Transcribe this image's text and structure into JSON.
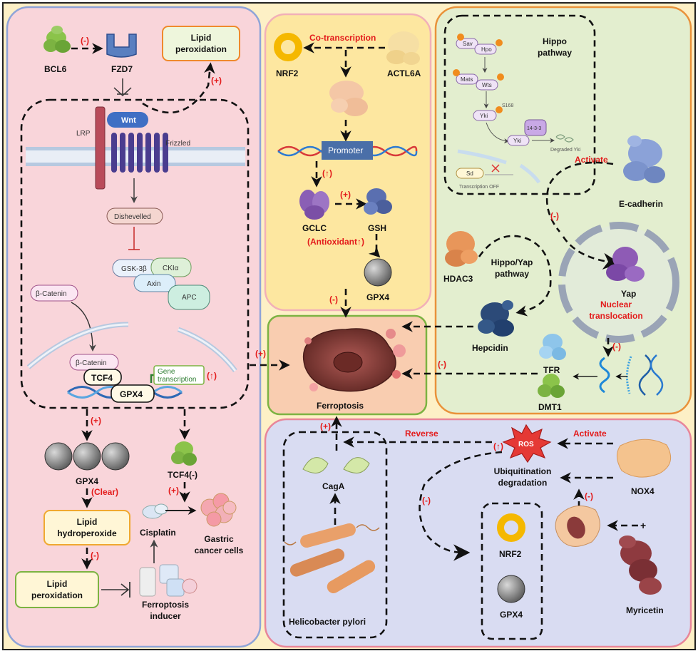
{
  "left": {
    "bcl6": "BCL6",
    "fzd7": "FZD7",
    "lipid_peroxidation_top": "Lipid peroxidation",
    "lrp": "LRP",
    "wnt": "Wnt",
    "frizzled": "Frizzled",
    "dishevelled": "Dishevelled",
    "gsk3b": "GSK-3β",
    "ckia": "CKIα",
    "axin": "Axin",
    "apc": "APC",
    "bcatenin_cyto": "β-Catenin",
    "bcatenin_nuc": "β-Catenin",
    "tcf4": "TCF4",
    "gpx4_box": "GPX4",
    "gene_transcription": "Gene transcription",
    "up_arrow": "(↑)",
    "gpx4": "GPX4",
    "clear": "(Clear)",
    "lipid_hydroperoxide": "Lipid hydroperoxide",
    "lipid_peroxidation_bottom": "Lipid peroxidation",
    "tcf4_minus": "TCF4(-)",
    "cisplatin": "Cisplatin",
    "gastric": "Gastric cancer cells",
    "ferroptosis_inducer": "Ferroptosis inducer",
    "plus": "(+)",
    "minus": "(-)"
  },
  "top_middle": {
    "co_transcription": "Co-transcription",
    "nrf2": "NRF2",
    "actl6a": "ACTL6A",
    "promoter": "Promoter",
    "up": "(↑)",
    "gclc": "GCLC",
    "gsh": "GSH",
    "antioxidant": "(Antioxidant↑)",
    "gpx4": "GPX4",
    "plus": "(+)",
    "minus": "(-)"
  },
  "center": {
    "ferroptosis": "Ferroptosis"
  },
  "right": {
    "hippo_title": "Hippo pathway",
    "sav": "Sav",
    "hpo": "Hpo",
    "mats": "Mats",
    "wts": "Wts",
    "yki": "Yki",
    "s168": "S168",
    "p1433": "14-3-3",
    "degraded_yki": "Degraded Yki",
    "sd": "Sd",
    "transcription_off": "Transcription OFF",
    "p": "P",
    "activate": "Activate",
    "ecadherin": "E-cadherin",
    "hdac3": "HDAC3",
    "hippo_yap": "Hippo/Yap pathway",
    "yap": "Yap",
    "nuclear_translocation": "Nuclear translocation",
    "hepcidin": "Hepcidin",
    "tfr": "TFR",
    "dmt1": "DMT1",
    "minus": "(-)"
  },
  "bottom": {
    "reverse": "Reverse",
    "ros": "ROS",
    "up": "(↑)",
    "activate": "Activate",
    "ubiquitination": "Ubiquitination degradation",
    "nox4": "NOX4",
    "caga": "CagA",
    "helicobacter": "Helicobacter pylori",
    "nrf2": "NRF2",
    "gpx4": "GPX4",
    "myricetin": "Myricetin",
    "plus_sign": "+",
    "plus": "(+)",
    "minus": "(-)"
  }
}
